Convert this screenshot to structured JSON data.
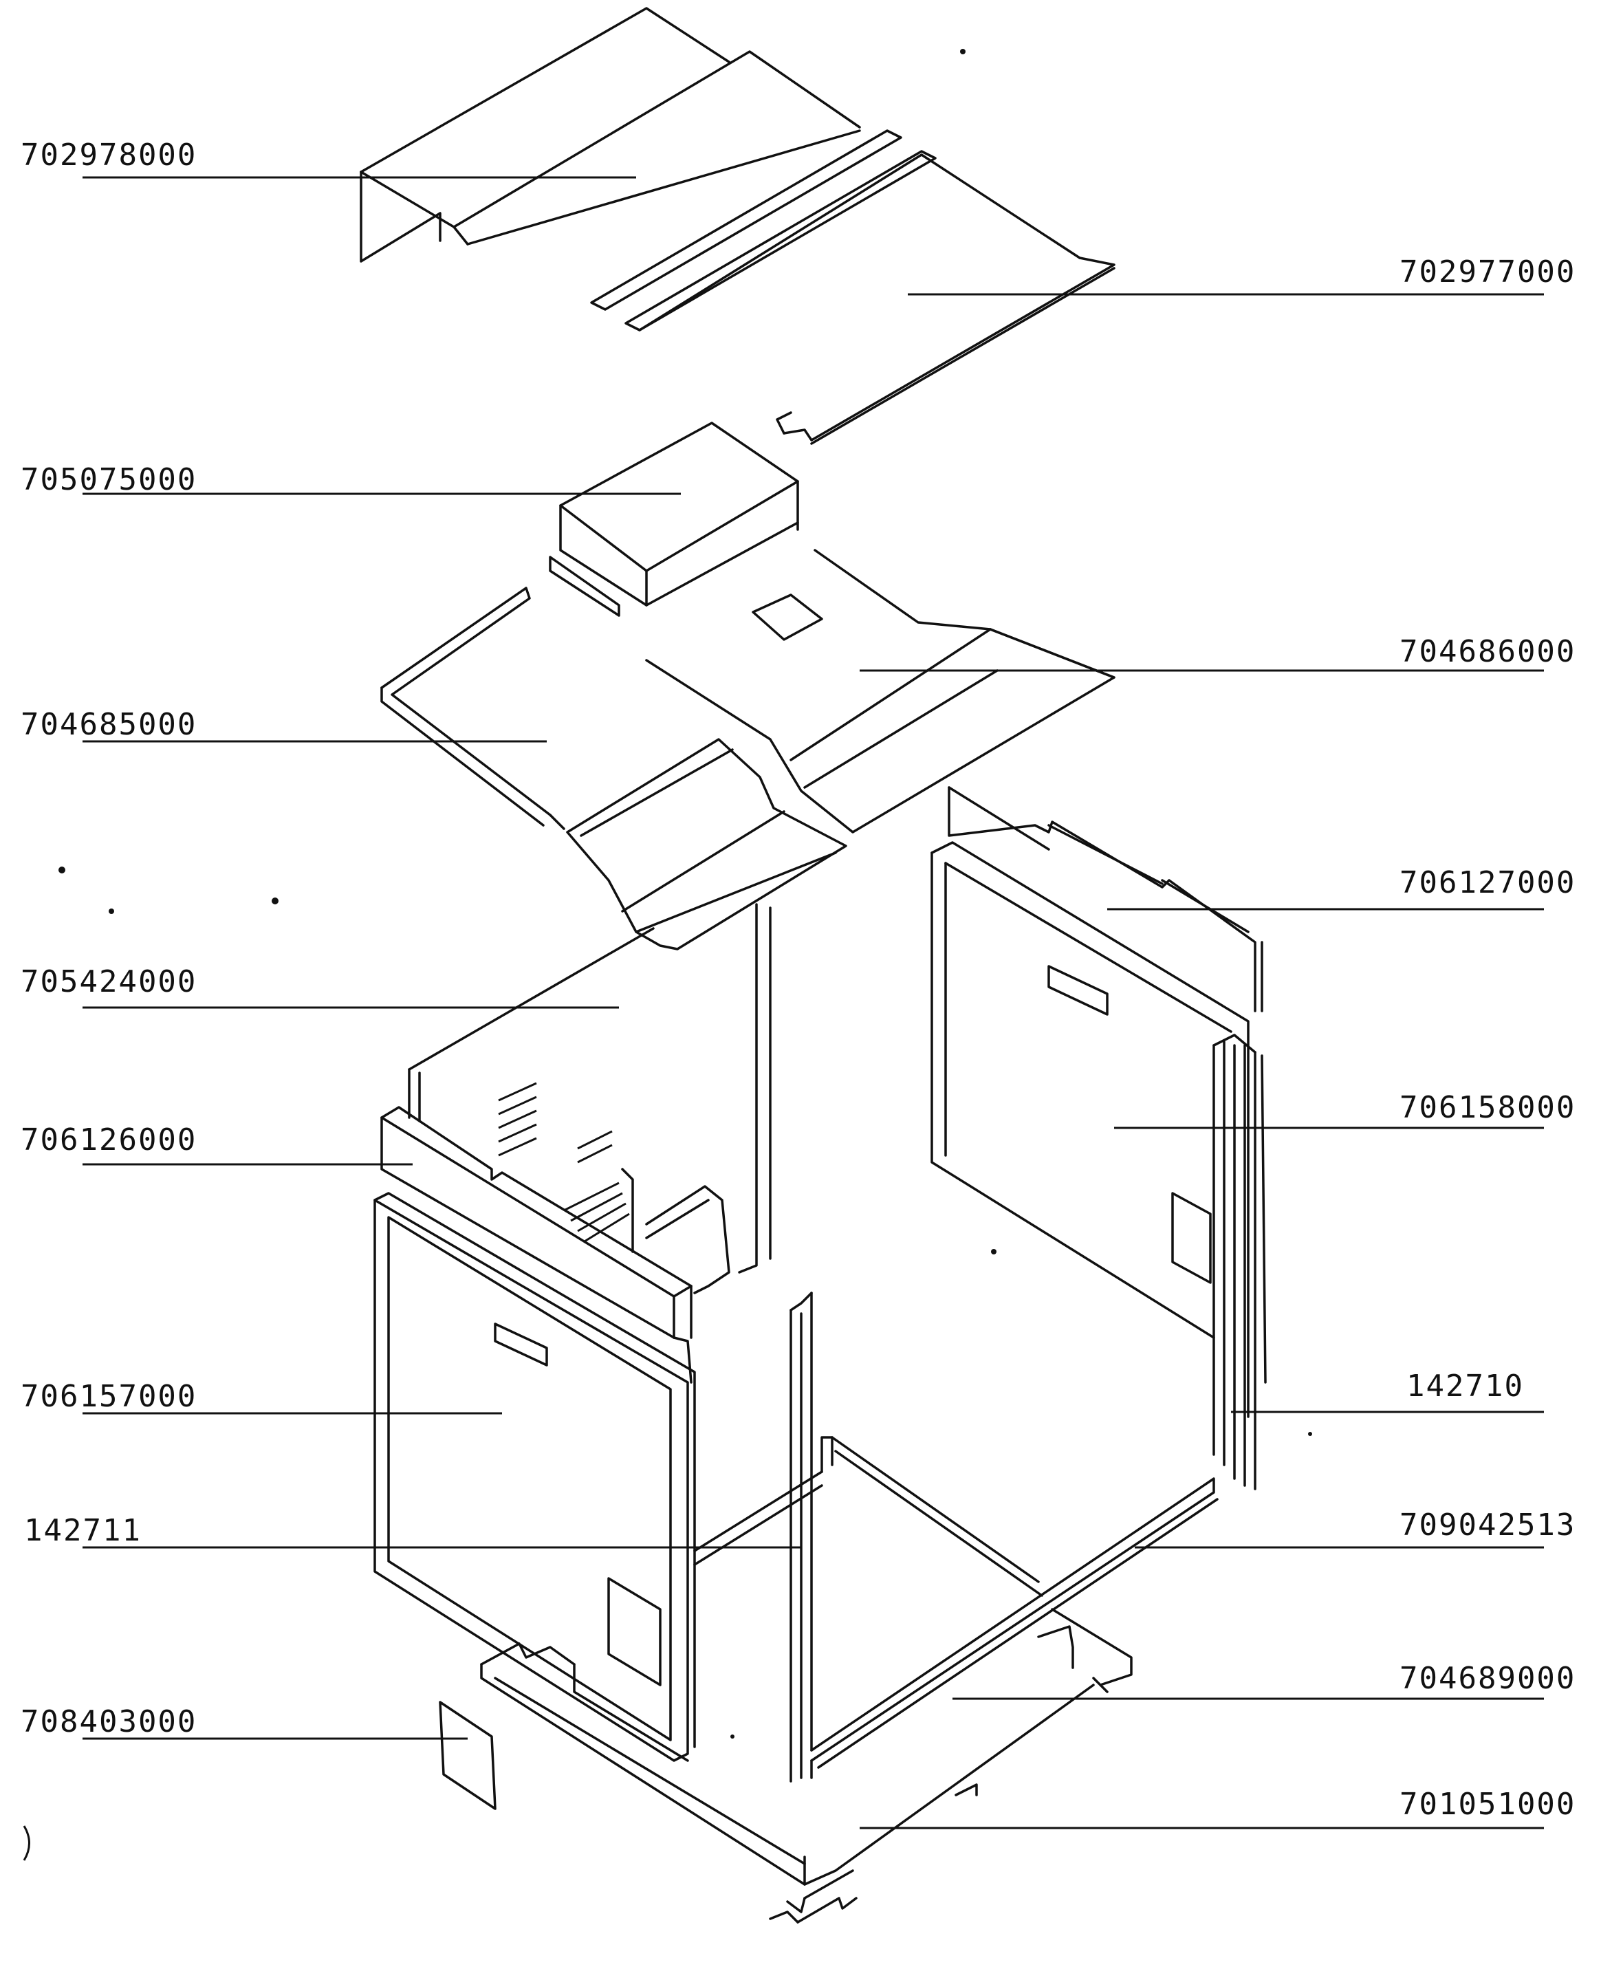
{
  "callouts": [
    {
      "id": "label-702978000",
      "text": "702978000"
    },
    {
      "id": "label-702977000",
      "text": "702977000"
    },
    {
      "id": "label-705075000",
      "text": "705075000"
    },
    {
      "id": "label-704686000",
      "text": "704686000"
    },
    {
      "id": "label-704685000",
      "text": "704685000"
    },
    {
      "id": "label-706127000",
      "text": "706127000"
    },
    {
      "id": "label-705424000",
      "text": "705424000"
    },
    {
      "id": "label-706158000",
      "text": "706158000"
    },
    {
      "id": "label-706126000",
      "text": "706126000"
    },
    {
      "id": "label-706157000",
      "text": "706157000"
    },
    {
      "id": "label-142710",
      "text": "142710"
    },
    {
      "id": "label-142711",
      "text": "142711"
    },
    {
      "id": "label-709042513",
      "text": "709042513"
    },
    {
      "id": "label-704689000",
      "text": "704689000"
    },
    {
      "id": "label-708403000",
      "text": "708403000"
    },
    {
      "id": "label-701051000",
      "text": "701051000"
    }
  ]
}
